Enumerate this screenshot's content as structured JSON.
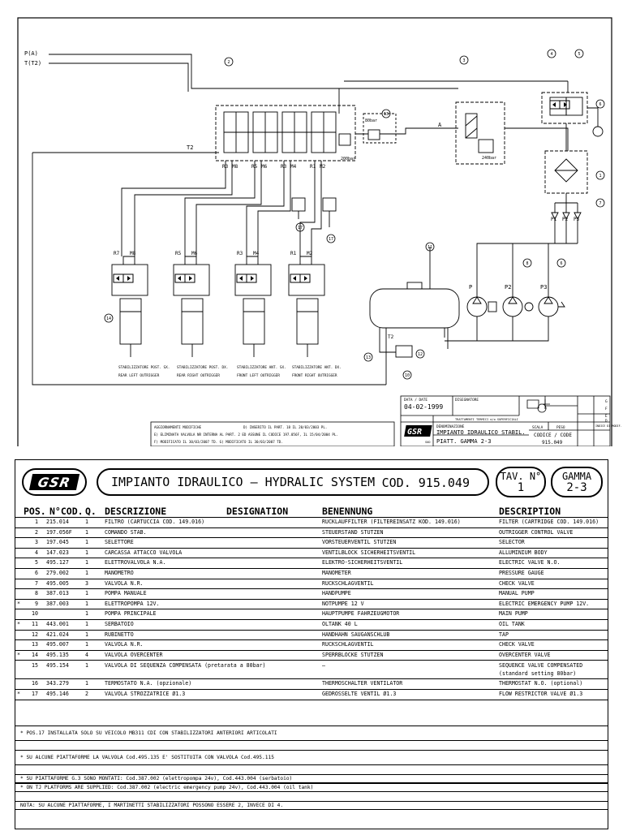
{
  "schematic": {
    "port_p": "P(A)",
    "port_t": "T(T2)",
    "line_t2": "T2",
    "line_a": "A",
    "valve_setting_80": "80bar",
    "valve_setting_200": "200bar",
    "valve_setting_240": "240bar",
    "manifold_ports": [
      "R3",
      "M8",
      "R5",
      "M6",
      "R3",
      "M4",
      "R1",
      "M2"
    ],
    "cylinder_ports": [
      [
        "R7",
        "M8"
      ],
      [
        "R5",
        "M6"
      ],
      [
        "R3",
        "M4"
      ],
      [
        "R1",
        "M2"
      ]
    ],
    "pump_ports": [
      "P1",
      "P2",
      "P3"
    ],
    "pump_labels": [
      "P",
      "P2",
      "P3"
    ],
    "tank_t2": "T2",
    "callouts": {
      "c1": "1",
      "c2": "2",
      "c3": "3",
      "c4": "4",
      "c5": "5",
      "c6": "6",
      "c7": "7",
      "c8": "8",
      "c9": "9",
      "c10": "10",
      "c11": "11",
      "c12": "12",
      "c13": "13",
      "c14": "14",
      "c17": "17"
    },
    "outrigger_it": [
      "STABILIZZATORE POST. SX.",
      "STABILIZZATORE POST. DX.",
      "STABILIZZATORE ANT. SX.",
      "STABILIZZATORE ANT. DX."
    ],
    "outrigger_en": [
      "REAR LEFT OUTRIGGER",
      "REAR RIGHT OUTRIGGER",
      "FRONT LEFT OUTRIGGER",
      "FRONT RIGHT OUTRIGGER"
    ],
    "revisions_title": "AGGIORNAMENTI MODIFICHE",
    "revisions": [
      "D) INSERITO IL PART. 18 IL 20/03/2003 PL.",
      "E) ELIMINATA VALVOLA NR INTERNA AL PART. 2 ED ASSUNE IL CODICE 197.056F, IL 15/04/2004 PL.",
      "F) MODIFICATO IL 30/03/2007 TD.   G) MODIFICATO IL 30/03/2007 TD."
    ],
    "tb_date_label": "DATA / DATE",
    "tb_date": "04-02-1999",
    "tb_designer_label": "DISEGNATORE",
    "tb_treatment": "TRATTAMENTI TERMICI e/o SUPERFICIALI",
    "tb_scale_label": "SCALA",
    "tb_weight_label": "PESO",
    "tb_note_label": "INDICE DI MODIF.",
    "tb_name_label": "DENOMINAZIONE",
    "tb_name_1": "IMPIANTO IDRAULICO STABIL.",
    "tb_name_2": "PIATT. GAMMA 2-3",
    "tb_code_label": "CODICE / CODE",
    "tb_code": "915.049",
    "tb_logo": "GSR",
    "tb_logo_sub": "SUD",
    "revision_letters": [
      "G",
      "F",
      "E",
      "D"
    ]
  },
  "parts": {
    "logo": "GSR",
    "title": "IMPIANTO IDRAULICO – HYDRALIC SYSTEM",
    "code": "COD. 915.049",
    "tav_label": "TAV. N°",
    "tav_value": "1",
    "gamma_label": "GAMMA",
    "gamma_value": "2-3",
    "columns": {
      "pos": "POS.",
      "cod": "N°COD.",
      "q": "Q.",
      "desc": "DESCRIZIONE",
      "desig": "DESIGNATION",
      "ben": "BENENNUNG",
      "dscr": "DESCRIPTION"
    },
    "rows": [
      {
        "mark": "",
        "pos": "1",
        "cod": "215.014",
        "q": "1",
        "desc": "FILTRO (CARTUCCIA COD. 149.016)",
        "ben": "RUCKLAUFFILTER (FILTEREINSATZ KOD. 149.016)",
        "dscr": "FILTER (CARTRIDGE COD. 149.016)"
      },
      {
        "mark": "",
        "pos": "2",
        "cod": "197.056F",
        "q": "1",
        "desc": "COMANDO STAB.",
        "ben": "STEUERSTAND STUTZEN",
        "dscr": "OUTRIGGER CONTROL VALVE"
      },
      {
        "mark": "",
        "pos": "3",
        "cod": "197.045",
        "q": "1",
        "desc": "SELETTORE",
        "ben": "VORSTEUERVENTIL STUTZEN",
        "dscr": "SELECTOR"
      },
      {
        "mark": "",
        "pos": "4",
        "cod": "147.023",
        "q": "1",
        "desc": "CARCASSA ATTACCO VALVOLA",
        "ben": "VENTILBLOCK SICHERHEITSVENTIL",
        "dscr": "ALLUMINIUM BODY"
      },
      {
        "mark": "",
        "pos": "5",
        "cod": "495.127",
        "q": "1",
        "desc": "ELETTROVALVOLA N.A.",
        "ben": "ELEKTRO-SICHERHEITSVENTIL",
        "dscr": "ELECTRIC VALVE N.O."
      },
      {
        "mark": "",
        "pos": "6",
        "cod": "279.002",
        "q": "1",
        "desc": "MANOMETRO",
        "ben": "MANOMETER",
        "dscr": "PRESSURE GAUGE"
      },
      {
        "mark": "",
        "pos": "7",
        "cod": "495.005",
        "q": "3",
        "desc": "VALVOLA N.R.",
        "ben": "RUCKSCHLAGVENTIL",
        "dscr": "CHECK VALVE"
      },
      {
        "mark": "",
        "pos": "8",
        "cod": "387.013",
        "q": "1",
        "desc": "POMPA MANUALE",
        "ben": "HANDPUMPE",
        "dscr": "MANUAL PUMP"
      },
      {
        "mark": "*",
        "pos": "9",
        "cod": "387.003",
        "q": "1",
        "desc": "ELETTROPOMPA 12V.",
        "ben": "NOTPUMPE 12 V",
        "dscr": "ELECTRIC EMERGENCY PUMP 12V."
      },
      {
        "mark": "",
        "pos": "10",
        "cod": "",
        "q": "1",
        "desc": "POMPA PRINCIPALE",
        "ben": "HAUPTPUMPE FAHRZEUGMOTOR",
        "dscr": "MAIN PUMP"
      },
      {
        "mark": "*",
        "pos": "11",
        "cod": "443.001",
        "q": "1",
        "desc": "SERBATOIO",
        "ben": "OLTANK 40 L",
        "dscr": "OIL TANK"
      },
      {
        "mark": "",
        "pos": "12",
        "cod": "421.024",
        "q": "1",
        "desc": "RUBINETTO",
        "ben": "HANDHAHN SAUGANSCHLUB",
        "dscr": "TAP"
      },
      {
        "mark": "",
        "pos": "13",
        "cod": "495.007",
        "q": "1",
        "desc": "VALVOLA N.R.",
        "ben": "RUCKSCHLAGVENTIL",
        "dscr": "CHECK VALVE"
      },
      {
        "mark": "*",
        "pos": "14",
        "cod": "495.135",
        "q": "4",
        "desc": "VALVOLA OVERCENTER",
        "ben": "SPERRBLOCKE STUTZEN",
        "dscr": "OVERCENTER VALVE"
      },
      {
        "mark": "",
        "pos": "15",
        "cod": "495.154",
        "q": "1",
        "desc": "VALVOLA DI SEQUENZA COMPENSATA (pretarata a 80bar)",
        "ben": "–",
        "dscr": "SEQUENCE VALVE COMPENSATED (standard setting 80bar)",
        "tall": true
      },
      {
        "mark": "",
        "pos": "16",
        "cod": "343.279",
        "q": "1",
        "desc": "TERMOSTATO N.A. (opzionale)",
        "ben": "THERMOSCHALTER VENTILATOR",
        "dscr": "THERMOSTAT N.O. (optional)"
      },
      {
        "mark": "*",
        "pos": "17",
        "cod": "495.146",
        "q": "2",
        "desc": "VALVOLA STROZZATRICE Ø1.3",
        "ben": "GEDROSSELTE VENTIL Ø1.3",
        "dscr": "FLOW RESTRICTOR VALVE Ø1.3"
      }
    ],
    "notes": [
      "*  POS.17 INSTALLATA SOLO SU VEICOLO MB311 CDI CON STABILIZZATORI ANTERIORI ARTICOLATI",
      "*  SU ALCUNE PIATTAFORME LA VALVOLA Cod.495.135 E' SOSTITUITA CON VALVOLA Cod.495.115",
      "* SU PIATTAFORME G.3 SONO MONTATI: Cod.387.002 (elettropompa 24v), Cod.443.004 (serbatoio)",
      "* ON TJ PLATFORMS ARE SUPPLIED: Cod.387.002 (electric emergency pump 24v), Cod.443.004 (oil tank)",
      "NOTA: SU ALCUNE PIATTAFORME, I MARTINETTI STABILIZZATORI POSSONO ESSERE 2, INVECE DI 4."
    ]
  }
}
